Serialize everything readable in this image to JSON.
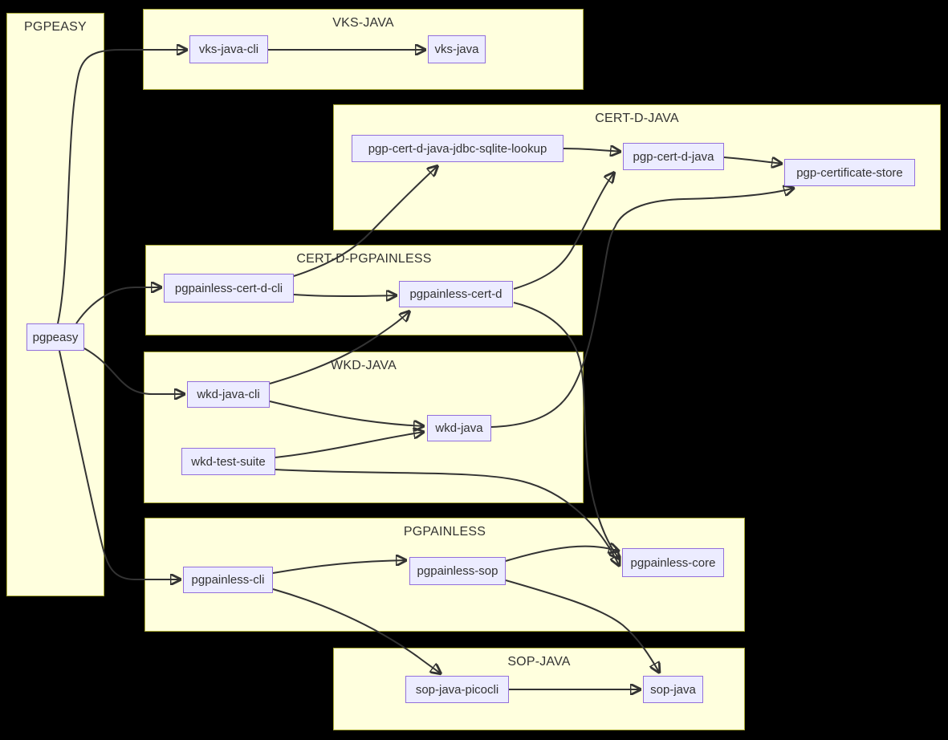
{
  "diagram": {
    "type": "dependency-flowchart",
    "direction": "left-to-right",
    "colors": {
      "background": "#000000",
      "subgraph_fill": "#ffffde",
      "subgraph_border": "#aaaa33",
      "node_fill": "#ececff",
      "node_border": "#9370db",
      "edge": "#333333",
      "text": "#333333"
    },
    "subgraphs": [
      {
        "id": "pgpeasy-group",
        "label": "PGPEASY",
        "nodes": [
          "pgpeasy"
        ]
      },
      {
        "id": "vks-java-group",
        "label": "VKS-JAVA",
        "nodes": [
          "vks-java-cli",
          "vks-java"
        ]
      },
      {
        "id": "cert-d-java-group",
        "label": "CERT-D-JAVA",
        "nodes": [
          "pgp-cert-d-java-jdbc-sqlite-lookup",
          "pgp-cert-d-java",
          "pgp-certificate-store"
        ]
      },
      {
        "id": "cert-d-pgpainless-group",
        "label": "CERT-D-PGPAINLESS",
        "nodes": [
          "pgpainless-cert-d-cli",
          "pgpainless-cert-d"
        ]
      },
      {
        "id": "wkd-java-group",
        "label": "WKD-JAVA",
        "nodes": [
          "wkd-java-cli",
          "wkd-java",
          "wkd-test-suite"
        ]
      },
      {
        "id": "pgpainless-group",
        "label": "PGPAINLESS",
        "nodes": [
          "pgpainless-cli",
          "pgpainless-sop",
          "pgpainless-core"
        ]
      },
      {
        "id": "sop-java-group",
        "label": "SOP-JAVA",
        "nodes": [
          "sop-java-picocli",
          "sop-java"
        ]
      }
    ],
    "nodes": {
      "pgpeasy": {
        "label": "pgpeasy"
      },
      "vks-java-cli": {
        "label": "vks-java-cli"
      },
      "vks-java": {
        "label": "vks-java"
      },
      "pgp-cert-d-java-jdbc-sqlite-lookup": {
        "label": "pgp-cert-d-java-jdbc-sqlite-lookup"
      },
      "pgp-cert-d-java": {
        "label": "pgp-cert-d-java"
      },
      "pgp-certificate-store": {
        "label": "pgp-certificate-store"
      },
      "pgpainless-cert-d-cli": {
        "label": "pgpainless-cert-d-cli"
      },
      "pgpainless-cert-d": {
        "label": "pgpainless-cert-d"
      },
      "wkd-java-cli": {
        "label": "wkd-java-cli"
      },
      "wkd-java": {
        "label": "wkd-java"
      },
      "wkd-test-suite": {
        "label": "wkd-test-suite"
      },
      "pgpainless-cli": {
        "label": "pgpainless-cli"
      },
      "pgpainless-sop": {
        "label": "pgpainless-sop"
      },
      "pgpainless-core": {
        "label": "pgpainless-core"
      },
      "sop-java-picocli": {
        "label": "sop-java-picocli"
      },
      "sop-java": {
        "label": "sop-java"
      }
    },
    "edges": [
      {
        "from": "pgpeasy",
        "to": "vks-java-cli"
      },
      {
        "from": "pgpeasy",
        "to": "pgpainless-cert-d-cli"
      },
      {
        "from": "pgpeasy",
        "to": "wkd-java-cli"
      },
      {
        "from": "pgpeasy",
        "to": "pgpainless-cli"
      },
      {
        "from": "vks-java-cli",
        "to": "vks-java"
      },
      {
        "from": "pgpainless-cert-d-cli",
        "to": "pgp-cert-d-java-jdbc-sqlite-lookup"
      },
      {
        "from": "pgpainless-cert-d-cli",
        "to": "pgpainless-cert-d"
      },
      {
        "from": "pgp-cert-d-java-jdbc-sqlite-lookup",
        "to": "pgp-cert-d-java"
      },
      {
        "from": "pgp-cert-d-java",
        "to": "pgp-certificate-store"
      },
      {
        "from": "pgpainless-cert-d",
        "to": "pgp-cert-d-java"
      },
      {
        "from": "pgpainless-cert-d",
        "to": "pgpainless-core"
      },
      {
        "from": "wkd-java-cli",
        "to": "pgpainless-cert-d"
      },
      {
        "from": "wkd-java-cli",
        "to": "wkd-java"
      },
      {
        "from": "wkd-test-suite",
        "to": "wkd-java"
      },
      {
        "from": "wkd-test-suite",
        "to": "pgpainless-core"
      },
      {
        "from": "wkd-java",
        "to": "pgp-certificate-store"
      },
      {
        "from": "pgpainless-cli",
        "to": "pgpainless-sop"
      },
      {
        "from": "pgpainless-cli",
        "to": "sop-java-picocli"
      },
      {
        "from": "pgpainless-sop",
        "to": "pgpainless-core"
      },
      {
        "from": "pgpainless-sop",
        "to": "sop-java"
      },
      {
        "from": "sop-java-picocli",
        "to": "sop-java"
      }
    ]
  }
}
